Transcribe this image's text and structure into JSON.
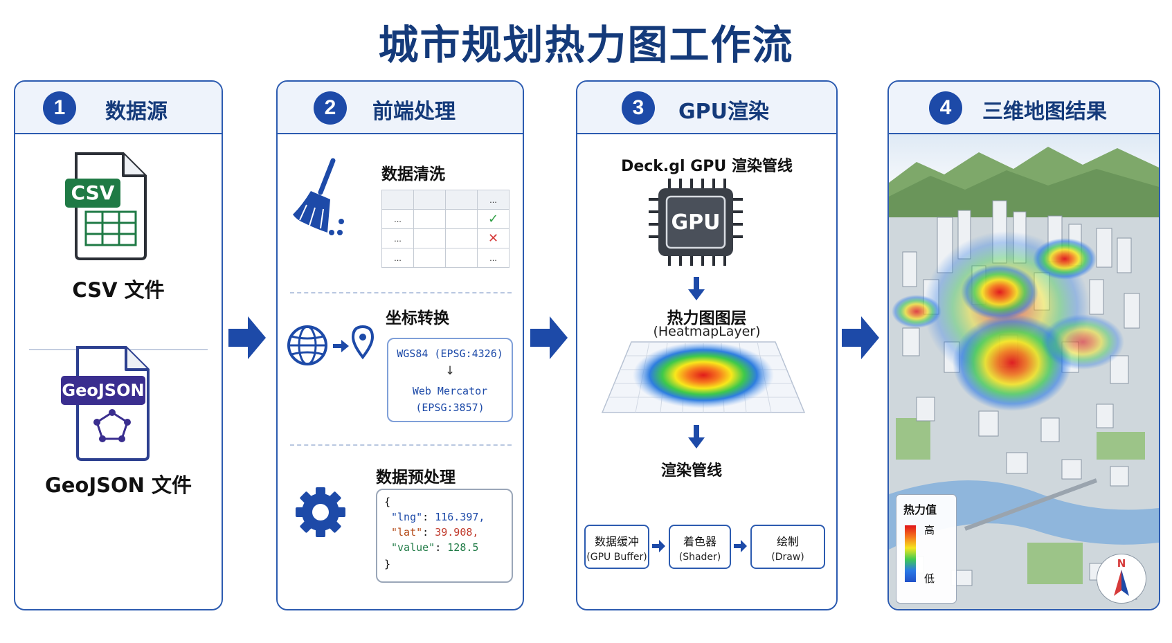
{
  "title": "城市规划热力图工作流",
  "steps": [
    {
      "num": "1",
      "title": "数据源"
    },
    {
      "num": "2",
      "title": "前端处理"
    },
    {
      "num": "3",
      "title": "GPU渲染"
    },
    {
      "num": "4",
      "title": "三维地图结果"
    }
  ],
  "source": {
    "csv_badge": "CSV",
    "csv_label": "CSV 文件",
    "geojson_badge": "GeoJSON",
    "geojson_label": "GeoJSON 文件"
  },
  "frontend": {
    "cleaning_title": "数据清洗",
    "table_cells": [
      "...",
      "...",
      "...",
      "...",
      "..."
    ],
    "coord_title": "坐标转换",
    "coord_from": "WGS84 (EPSG:4326)",
    "coord_arrow": "↓",
    "coord_to_1": "Web Mercator",
    "coord_to_2": "(EPSG:3857)",
    "preprocess_title": "数据预处理",
    "code": {
      "open": "{",
      "lng_key": "\"lng\"",
      "lng_val": "116.397,",
      "lat_key": "\"lat\"",
      "lat_val": "39.908,",
      "value_key": "\"value\"",
      "value_val": "128.5",
      "close": "}",
      "colon": ": "
    }
  },
  "gpu": {
    "pipeline_title": "Deck.gl GPU 渲染管线",
    "chip_label": "GPU",
    "layer_title": "热力图图层",
    "layer_sub": "(HeatmapLayer)",
    "render_title": "渲染管线",
    "stages": [
      {
        "name": "数据缓冲",
        "sub": "(GPU Buffer)"
      },
      {
        "name": "着色器",
        "sub": "(Shader)"
      },
      {
        "name": "绘制",
        "sub": "(Draw)"
      }
    ]
  },
  "map": {
    "legend_title": "热力值",
    "legend_high": "高",
    "legend_low": "低",
    "compass": "N"
  },
  "colors": {
    "primary": "#1d4aa8",
    "border": "#2c5bb0",
    "csv_green": "#1f7a45",
    "geojson_purple": "#3a2e8f",
    "check": "#2e9e44",
    "cross": "#d63a3a"
  }
}
